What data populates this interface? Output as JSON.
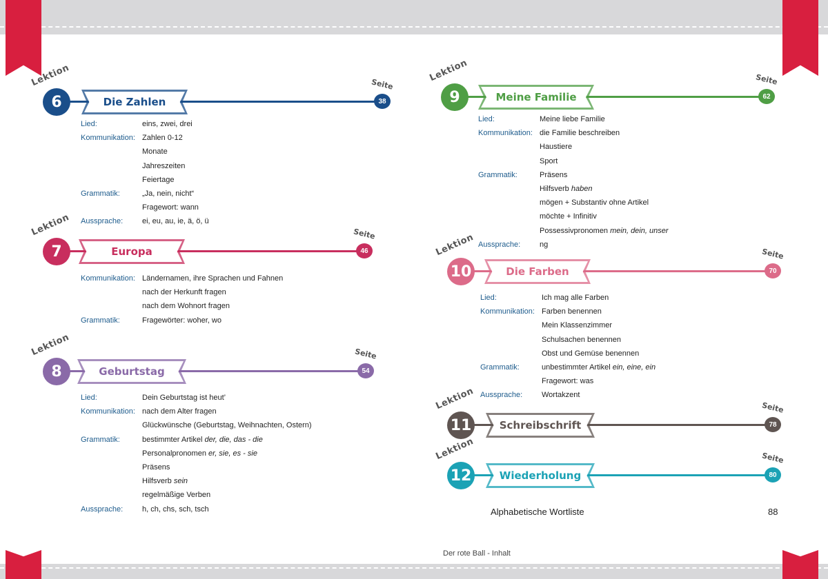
{
  "labels": {
    "lektion": "Lektion",
    "seite": "Seite"
  },
  "colors": {
    "l6": "#1a4e8a",
    "l7": "#c82e5e",
    "l8": "#8a6aa8",
    "l9": "#4f9e45",
    "l10": "#dc6b89",
    "l11": "#5f5552",
    "l12": "#1ba2b5",
    "category": "#1d5b8c",
    "ribbon": "#d81f3f"
  },
  "lessons": [
    {
      "number": "6",
      "title": "Die Zahlen",
      "page": "38"
    },
    {
      "number": "7",
      "title": "Europa",
      "page": "46"
    },
    {
      "number": "8",
      "title": "Geburtstag",
      "page": "54"
    },
    {
      "number": "9",
      "title": "Meine Familie",
      "page": "62"
    },
    {
      "number": "10",
      "title": "Die Farben",
      "page": "70"
    },
    {
      "number": "11",
      "title": "Schreibschrift",
      "page": "78"
    },
    {
      "number": "12",
      "title": "Wiederholung",
      "page": "80"
    }
  ],
  "l6": [
    [
      "Lied:",
      "eins, zwei, drei"
    ],
    [
      "Kommunikation:",
      "Zahlen 0-12"
    ],
    [
      "",
      "Monate"
    ],
    [
      "",
      "Jahreszeiten"
    ],
    [
      "",
      "Feiertage"
    ],
    [
      "Grammatik:",
      "„Ja, nein, nicht“"
    ],
    [
      "",
      "Fragewort: wann"
    ],
    [
      "Aussprache:",
      "ei, eu, au, ie, ä, ö, ü"
    ]
  ],
  "l7": [
    [
      "Kommunikation:",
      "Ländernamen, ihre Sprachen und Fahnen"
    ],
    [
      "",
      "nach der Herkunft fragen"
    ],
    [
      "",
      "nach dem Wohnort fragen"
    ],
    [
      "Grammatik:",
      "Fragewörter: woher, wo"
    ]
  ],
  "l8": [
    [
      "Lied:",
      "Dein Geburtstag ist heut’"
    ],
    [
      "Kommunikation:",
      "nach dem Alter fragen"
    ],
    [
      "",
      "Glückwünsche (Geburtstag, Weihnachten, Ostern)"
    ],
    [
      "Grammatik:",
      "bestimmter Artikel ",
      "der, die, das - die"
    ],
    [
      "",
      "Personalpronomen ",
      "er, sie, es - sie"
    ],
    [
      "",
      "Präsens"
    ],
    [
      "",
      "Hilfsverb ",
      "sein"
    ],
    [
      "",
      "regelmäßige Verben"
    ],
    [
      "Aussprache:",
      "h, ch, chs, sch, tsch"
    ]
  ],
  "l9": [
    [
      "Lied:",
      "Meine liebe Familie"
    ],
    [
      "Kommunikation:",
      "die Familie beschreiben"
    ],
    [
      "",
      "Haustiere"
    ],
    [
      "",
      "Sport"
    ],
    [
      "Grammatik:",
      "Präsens"
    ],
    [
      "",
      "Hilfsverb ",
      "haben"
    ],
    [
      "",
      "mögen + Substantiv ohne Artikel"
    ],
    [
      "",
      "möchte + Infinitiv"
    ],
    [
      "",
      "Possessivpronomen ",
      "mein, dein, unser"
    ],
    [
      "Aussprache:",
      "ng"
    ]
  ],
  "l10": [
    [
      "Lied:",
      "Ich mag alle Farben"
    ],
    [
      "Kommunikation:",
      "Farben benennen"
    ],
    [
      "",
      "Mein Klassenzimmer"
    ],
    [
      "",
      "Schulsachen benennen"
    ],
    [
      "",
      "Obst und Gemüse benennen"
    ],
    [
      "Grammatik:",
      "unbestimmter Artikel ",
      "ein, eine, ein"
    ],
    [
      "",
      "Fragewort: was"
    ],
    [
      "Aussprache:",
      "Wortakzent"
    ]
  ],
  "wortliste": {
    "label": "Alphabetische Wortliste",
    "page": "88"
  },
  "footer": "Der rote Ball - Inhalt"
}
